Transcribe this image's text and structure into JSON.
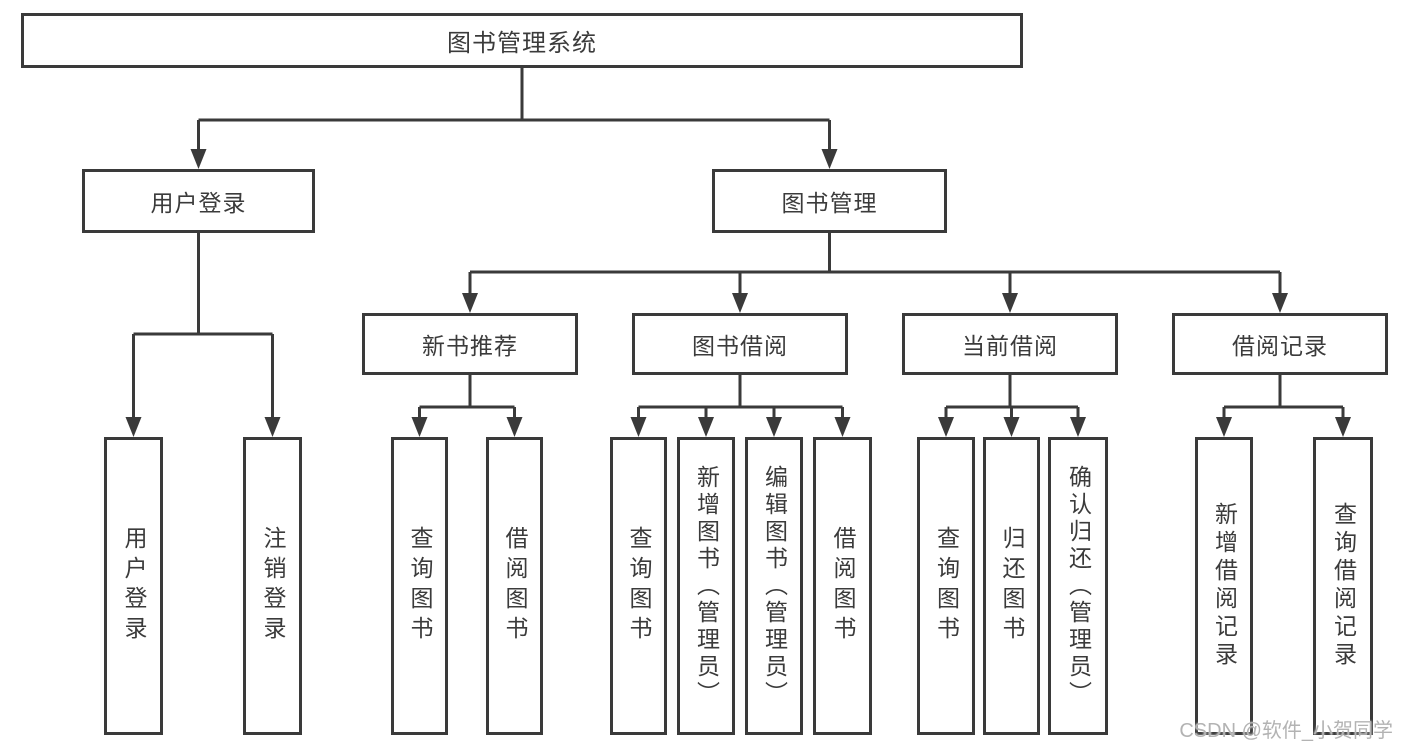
{
  "watermark": "CSDN @软件_小贺同学",
  "colors": {
    "line": "#3a3a3a",
    "box_border": "#3a3a3a",
    "text": "#3b3b3b",
    "watermark": "#b3b3b3",
    "background": "#ffffff"
  },
  "tree": {
    "root": {
      "label": "图书管理系统"
    },
    "branches": [
      {
        "label": "用户登录",
        "children": [
          {
            "label": "用户登录"
          },
          {
            "label": "注销登录"
          }
        ]
      },
      {
        "label": "图书管理",
        "children": [
          {
            "label": "新书推荐",
            "children": [
              {
                "label": "查询图书"
              },
              {
                "label": "借阅图书"
              }
            ]
          },
          {
            "label": "图书借阅",
            "children": [
              {
                "label": "查询图书"
              },
              {
                "label": "新增图书（管理员）"
              },
              {
                "label": "编辑图书（管理员）"
              },
              {
                "label": "借阅图书"
              }
            ]
          },
          {
            "label": "当前借阅",
            "children": [
              {
                "label": "查询图书"
              },
              {
                "label": "归还图书"
              },
              {
                "label": "确认归还（管理员）"
              }
            ]
          },
          {
            "label": "借阅记录",
            "children": [
              {
                "label": "新增借阅记录"
              },
              {
                "label": "查询借阅记录"
              }
            ]
          }
        ]
      }
    ]
  }
}
